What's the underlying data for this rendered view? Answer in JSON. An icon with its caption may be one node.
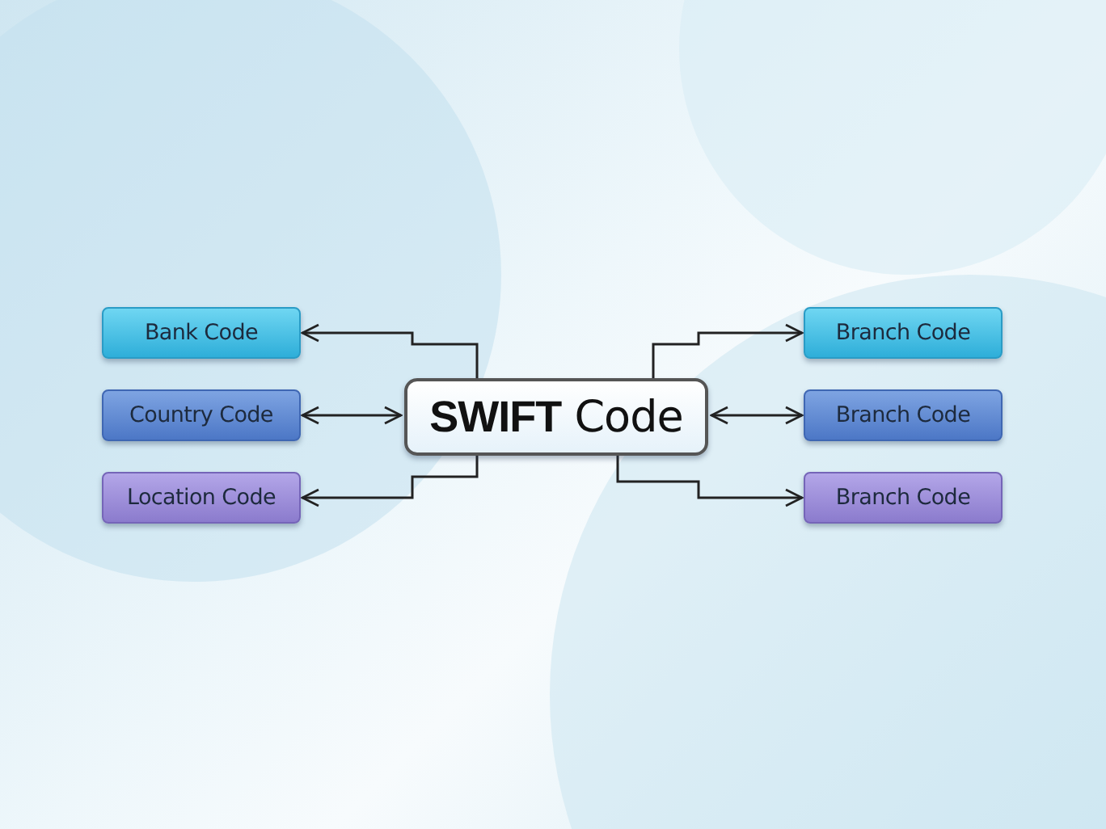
{
  "diagram": {
    "nodes": [
      {
        "text": [
          "**SWIFT** Code"
        ]
      },
      {
        "text": [
          "Bank Code"
        ]
      },
      {
        "text": [
          "Country Code"
        ]
      },
      {
        "text": [
          "Location Code"
        ]
      },
      {
        "text": [
          "Branch Code"
        ]
      },
      {
        "text": [
          "Branch Code"
        ]
      },
      {
        "text": [
          "Branch Code"
        ]
      }
    ],
    "edges": [
      {
        "from": 0,
        "to": 1,
        "arrow": "to"
      },
      {
        "from": 0,
        "to": 2,
        "arrow": "both"
      },
      {
        "from": 0,
        "to": 3,
        "arrow": "to"
      },
      {
        "from": 0,
        "to": 4,
        "arrow": "to"
      },
      {
        "from": 0,
        "to": 5,
        "arrow": "both"
      },
      {
        "from": 0,
        "to": 6,
        "arrow": "to"
      }
    ]
  }
}
